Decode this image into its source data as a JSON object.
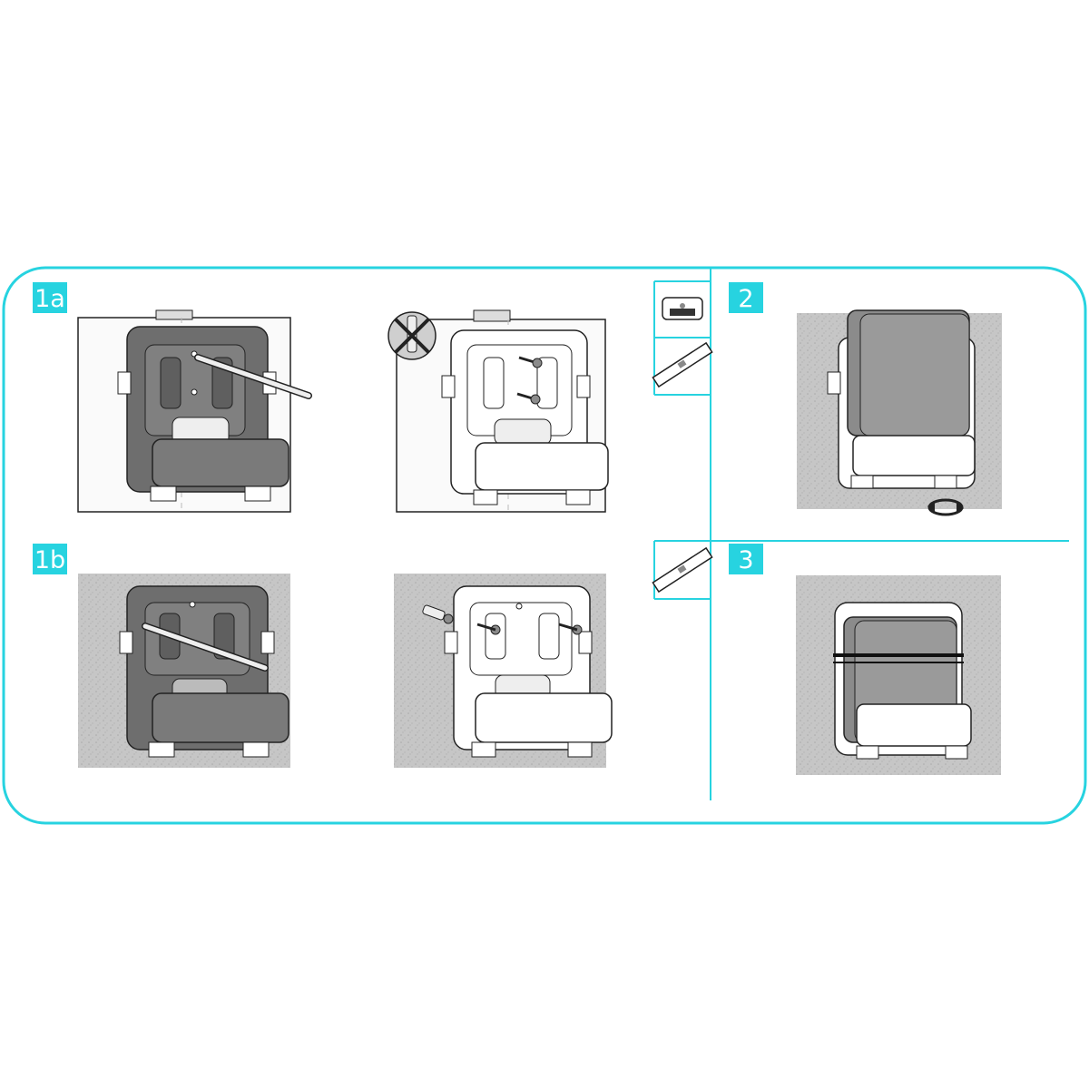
{
  "colors": {
    "accent": "#27d3e0",
    "concrete": "#c9c9c9",
    "bracket_dark": "#6e6e6e",
    "device_gray": "#8b8b8b",
    "line": "#222222",
    "white": "#ffffff"
  },
  "steps": [
    {
      "id": "1a",
      "label": "1a"
    },
    {
      "id": "1b",
      "label": "1b"
    },
    {
      "id": "2",
      "label": "2"
    },
    {
      "id": "3",
      "label": "3"
    }
  ],
  "icons": {
    "no_dowel": "no-dowel-icon",
    "router": "router-device-icon",
    "level": "spirit-level-icon",
    "rotate": "rotate-arrow-icon",
    "pencil": "pencil-icon",
    "screw": "screw-icon",
    "dowel": "wall-plug-icon"
  }
}
